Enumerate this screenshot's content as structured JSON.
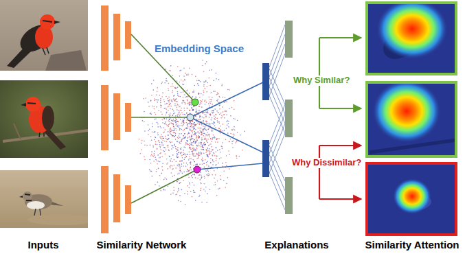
{
  "diagram": {
    "labels": [
      "Embedding Space",
      "Why Similar?",
      "Why Dissimilar?",
      "Inputs",
      "Similarity Network",
      "Explanations",
      "Similarity Attention"
    ]
  }
}
